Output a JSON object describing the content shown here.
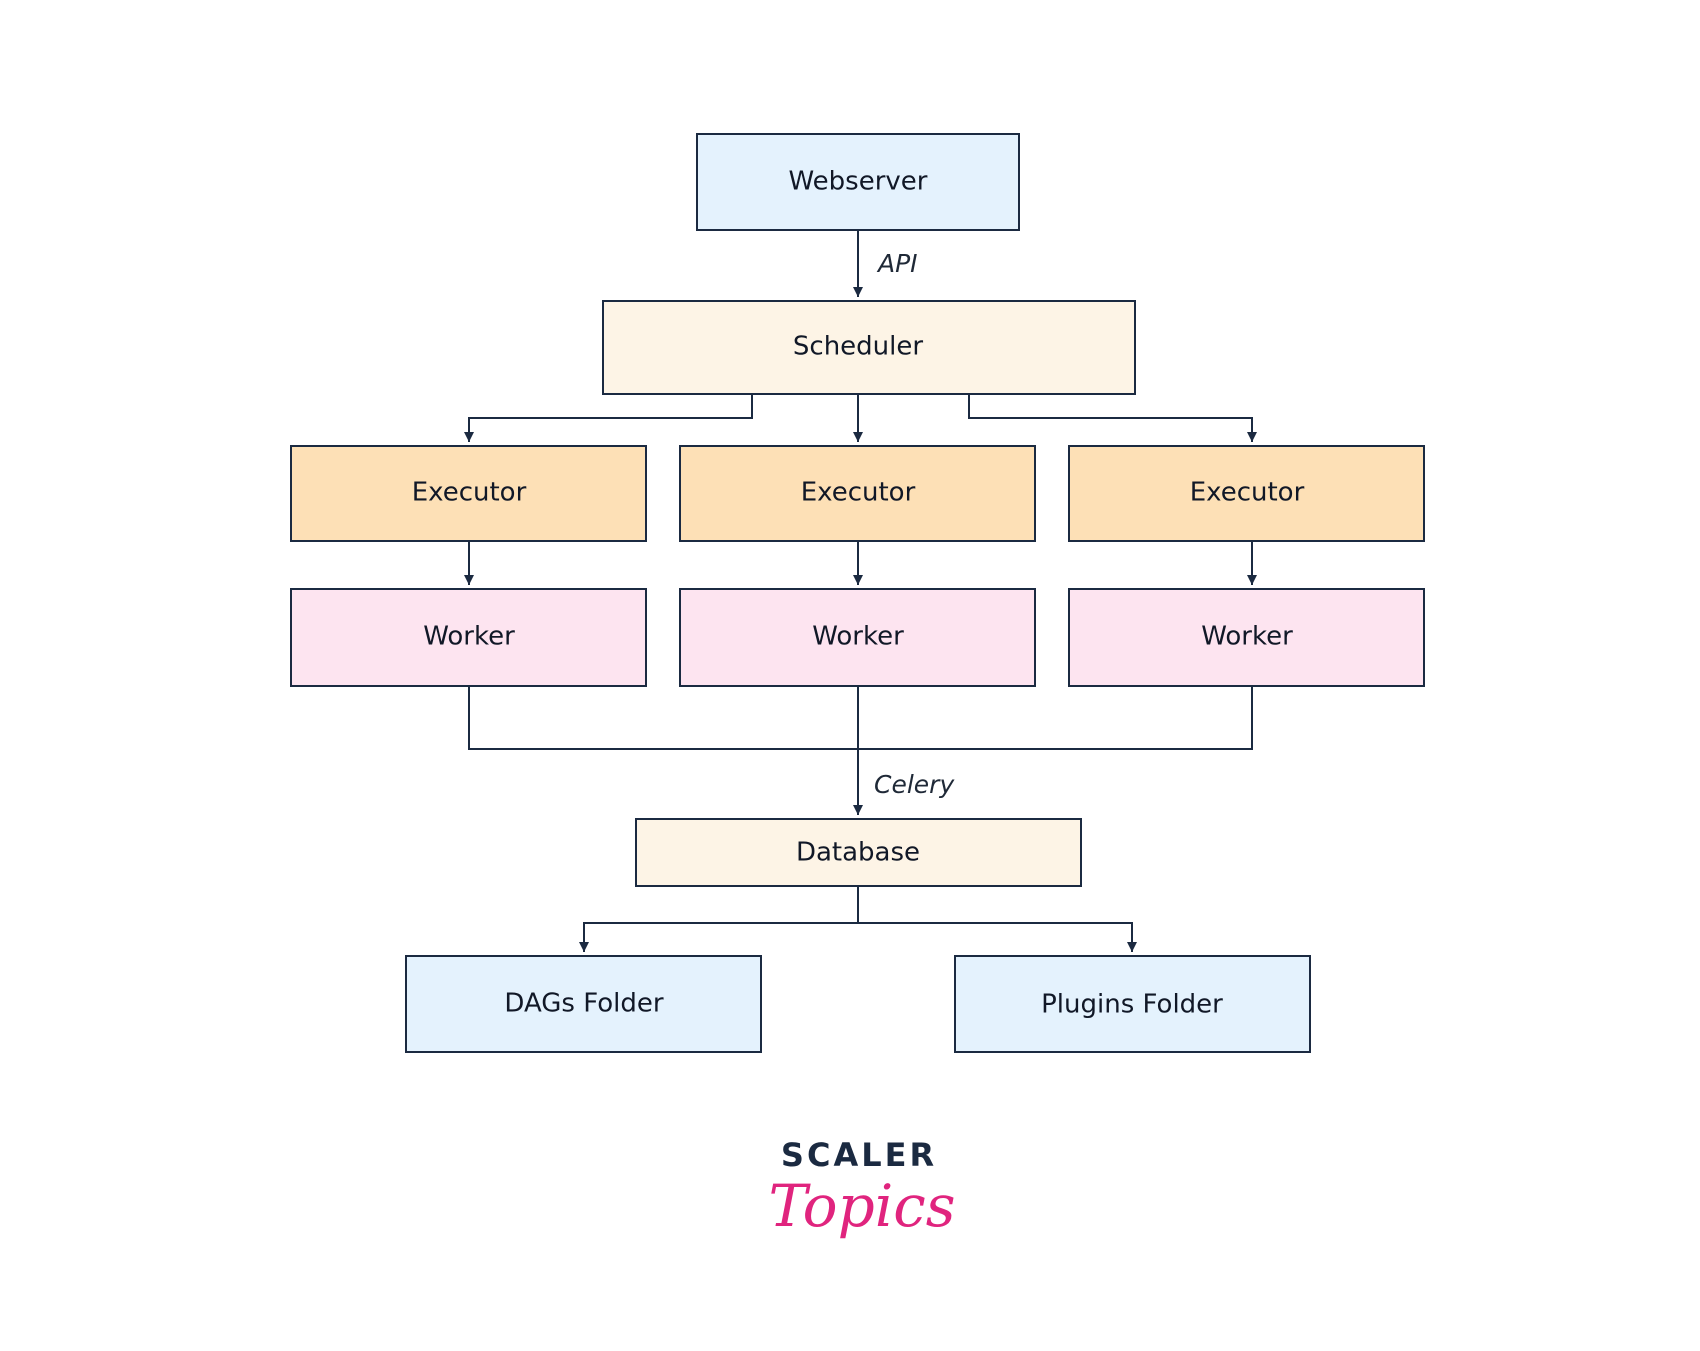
{
  "colors": {
    "blue_fill": "#e4f2fd",
    "cream_fill": "#fdf4e6",
    "orange_fill": "#fde0b6",
    "pink_fill": "#fde4f0",
    "stroke": "#1b2a41",
    "brand_navy": "#1b2a41",
    "brand_pink": "#e0247e"
  },
  "nodes": {
    "webserver": {
      "label": "Webserver",
      "fill": "#e4f2fd"
    },
    "scheduler": {
      "label": "Scheduler",
      "fill": "#fdf4e6"
    },
    "executor_1": {
      "label": "Executor",
      "fill": "#fde0b6"
    },
    "executor_2": {
      "label": "Executor",
      "fill": "#fde0b6"
    },
    "executor_3": {
      "label": "Executor",
      "fill": "#fde0b6"
    },
    "worker_1": {
      "label": "Worker",
      "fill": "#fde4f0"
    },
    "worker_2": {
      "label": "Worker",
      "fill": "#fde4f0"
    },
    "worker_3": {
      "label": "Worker",
      "fill": "#fde4f0"
    },
    "database": {
      "label": "Database",
      "fill": "#fdf4e6"
    },
    "dags_folder": {
      "label": "DAGs Folder",
      "fill": "#e4f2fd"
    },
    "plugins_folder": {
      "label": "Plugins Folder",
      "fill": "#e4f2fd"
    }
  },
  "edges": [
    {
      "from": "webserver",
      "to": "scheduler",
      "label": "API"
    },
    {
      "from": "scheduler",
      "to": "executor_1",
      "label": ""
    },
    {
      "from": "scheduler",
      "to": "executor_2",
      "label": ""
    },
    {
      "from": "scheduler",
      "to": "executor_3",
      "label": ""
    },
    {
      "from": "executor_1",
      "to": "worker_1",
      "label": ""
    },
    {
      "from": "executor_2",
      "to": "worker_2",
      "label": ""
    },
    {
      "from": "executor_3",
      "to": "worker_3",
      "label": ""
    },
    {
      "from": "worker_1",
      "to": "database",
      "label": ""
    },
    {
      "from": "worker_2",
      "to": "database",
      "label": "Celery"
    },
    {
      "from": "worker_3",
      "to": "database",
      "label": ""
    },
    {
      "from": "database",
      "to": "dags_folder",
      "label": ""
    },
    {
      "from": "database",
      "to": "plugins_folder",
      "label": ""
    }
  ],
  "edge_labels": {
    "api": "API",
    "celery": "Celery"
  },
  "logo": {
    "top_text": "SCALER",
    "bottom_text": "Topics"
  }
}
